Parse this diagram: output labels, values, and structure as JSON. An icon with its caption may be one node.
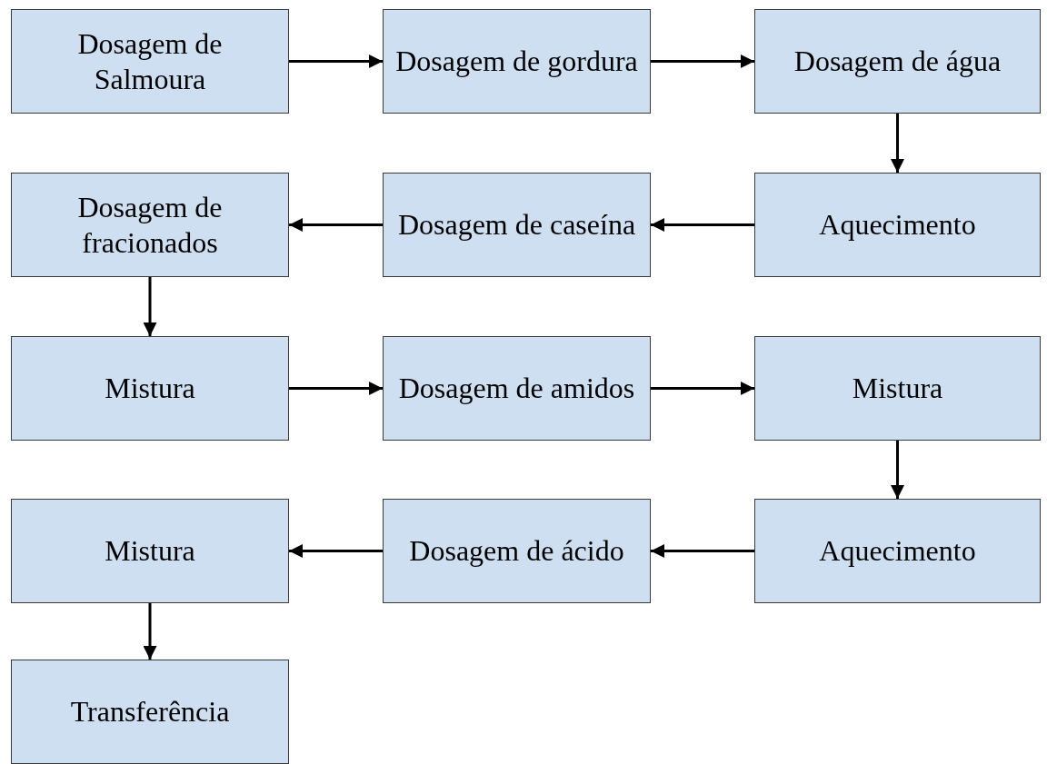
{
  "diagram": {
    "nodes": [
      {
        "text": [
          "Dosagem de Salmoura"
        ]
      },
      {
        "text": [
          "Dosagem de gordura"
        ]
      },
      {
        "text": [
          "Dosagem de água"
        ]
      },
      {
        "text": [
          "Dosagem de fracionados"
        ]
      },
      {
        "text": [
          "Dosagem de caseína"
        ]
      },
      {
        "text": [
          "Aquecimento"
        ]
      },
      {
        "text": [
          "Mistura"
        ]
      },
      {
        "text": [
          "Dosagem de amidos"
        ]
      },
      {
        "text": [
          "Mistura"
        ]
      },
      {
        "text": [
          "Mistura"
        ]
      },
      {
        "text": [
          "Dosagem de ácido"
        ]
      },
      {
        "text": [
          "Aquecimento"
        ]
      },
      {
        "text": [
          "Transferência"
        ]
      }
    ],
    "edges": [
      {
        "from": 0,
        "to": 1,
        "arrow": "to"
      },
      {
        "from": 1,
        "to": 2,
        "arrow": "to"
      },
      {
        "from": 2,
        "to": 5,
        "arrow": "to"
      },
      {
        "from": 5,
        "to": 4,
        "arrow": "to"
      },
      {
        "from": 4,
        "to": 3,
        "arrow": "to"
      },
      {
        "from": 3,
        "to": 6,
        "arrow": "to"
      },
      {
        "from": 6,
        "to": 7,
        "arrow": "to"
      },
      {
        "from": 7,
        "to": 8,
        "arrow": "to"
      },
      {
        "from": 8,
        "to": 11,
        "arrow": "to"
      },
      {
        "from": 11,
        "to": 10,
        "arrow": "to"
      },
      {
        "from": 10,
        "to": 9,
        "arrow": "to"
      },
      {
        "from": 9,
        "to": 12,
        "arrow": "to"
      }
    ]
  }
}
